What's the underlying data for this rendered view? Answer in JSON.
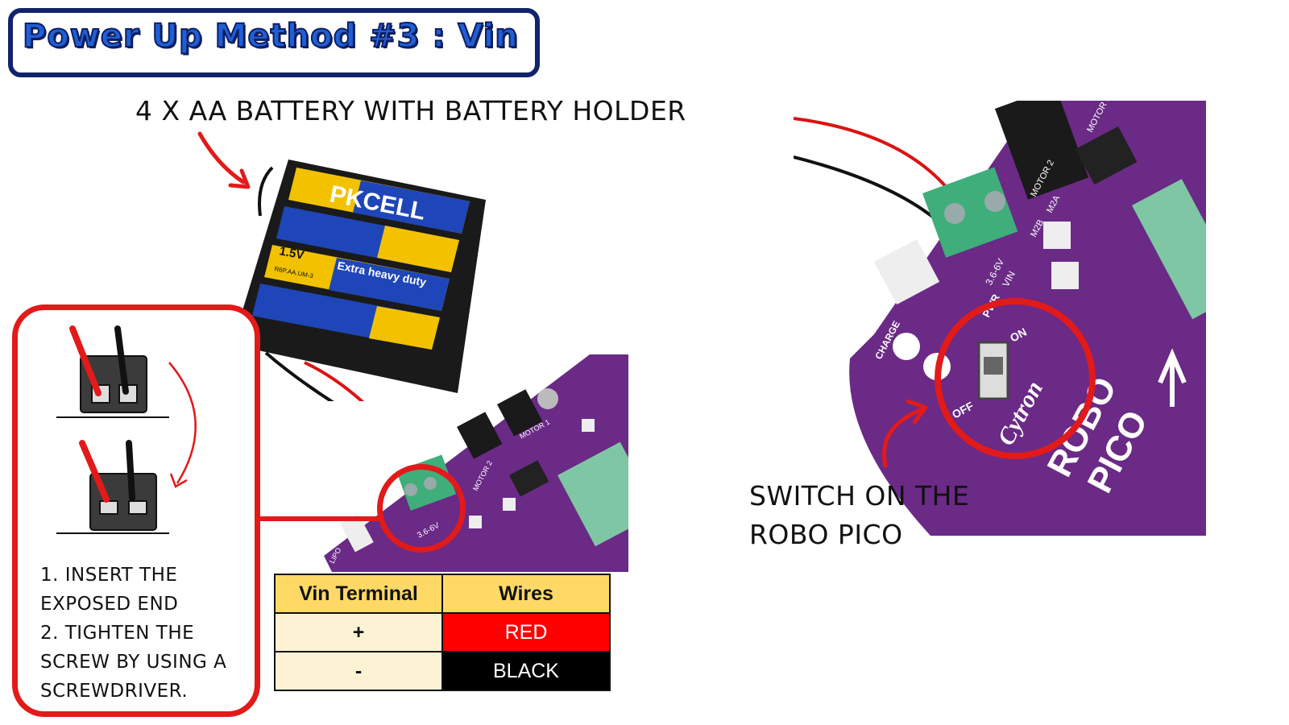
{
  "title": "Power Up Method #3 : Vin",
  "battery_caption": "4 X AA BATTERY WITH BATTERY HOLDER",
  "battery_label": {
    "brand": "PKCELL",
    "voltage": "1.5V",
    "type": "Extra heavy duty",
    "model": "R6P.AA.UM-3"
  },
  "board_labels": {
    "vin_range": "3.6-6V",
    "vin": "VIN",
    "motor1": "MOTOR 1",
    "motor2": "MOTOR 2",
    "m2a": "M2A",
    "m2b": "M2B",
    "lipo": "LIPO",
    "charge": "CHARGE",
    "pwr": "PWR",
    "on": "ON",
    "off": "OFF",
    "brand": "Cytron",
    "product_1": "ROBO",
    "product_2": "PICO"
  },
  "instructions": [
    "1. INSERT THE",
    "EXPOSED END",
    "2. TIGHTEN THE",
    "SCREW BY USING A",
    "SCREWDRIVER."
  ],
  "table": {
    "headers": [
      "Vin Terminal",
      "Wires"
    ],
    "rows": [
      [
        "+",
        "RED"
      ],
      [
        "-",
        "BLACK"
      ]
    ]
  },
  "switch_caption": [
    "SWITCH ON THE",
    "ROBO PICO"
  ],
  "colors": {
    "title_border": "#12236b",
    "title_text": "#1e5fd6",
    "highlight_red": "#e21a1a",
    "board_purple": "#6a2a86",
    "terminal_green": "#3fae7a",
    "table_header": "#ffd966",
    "table_cell": "#fdf3d4"
  }
}
